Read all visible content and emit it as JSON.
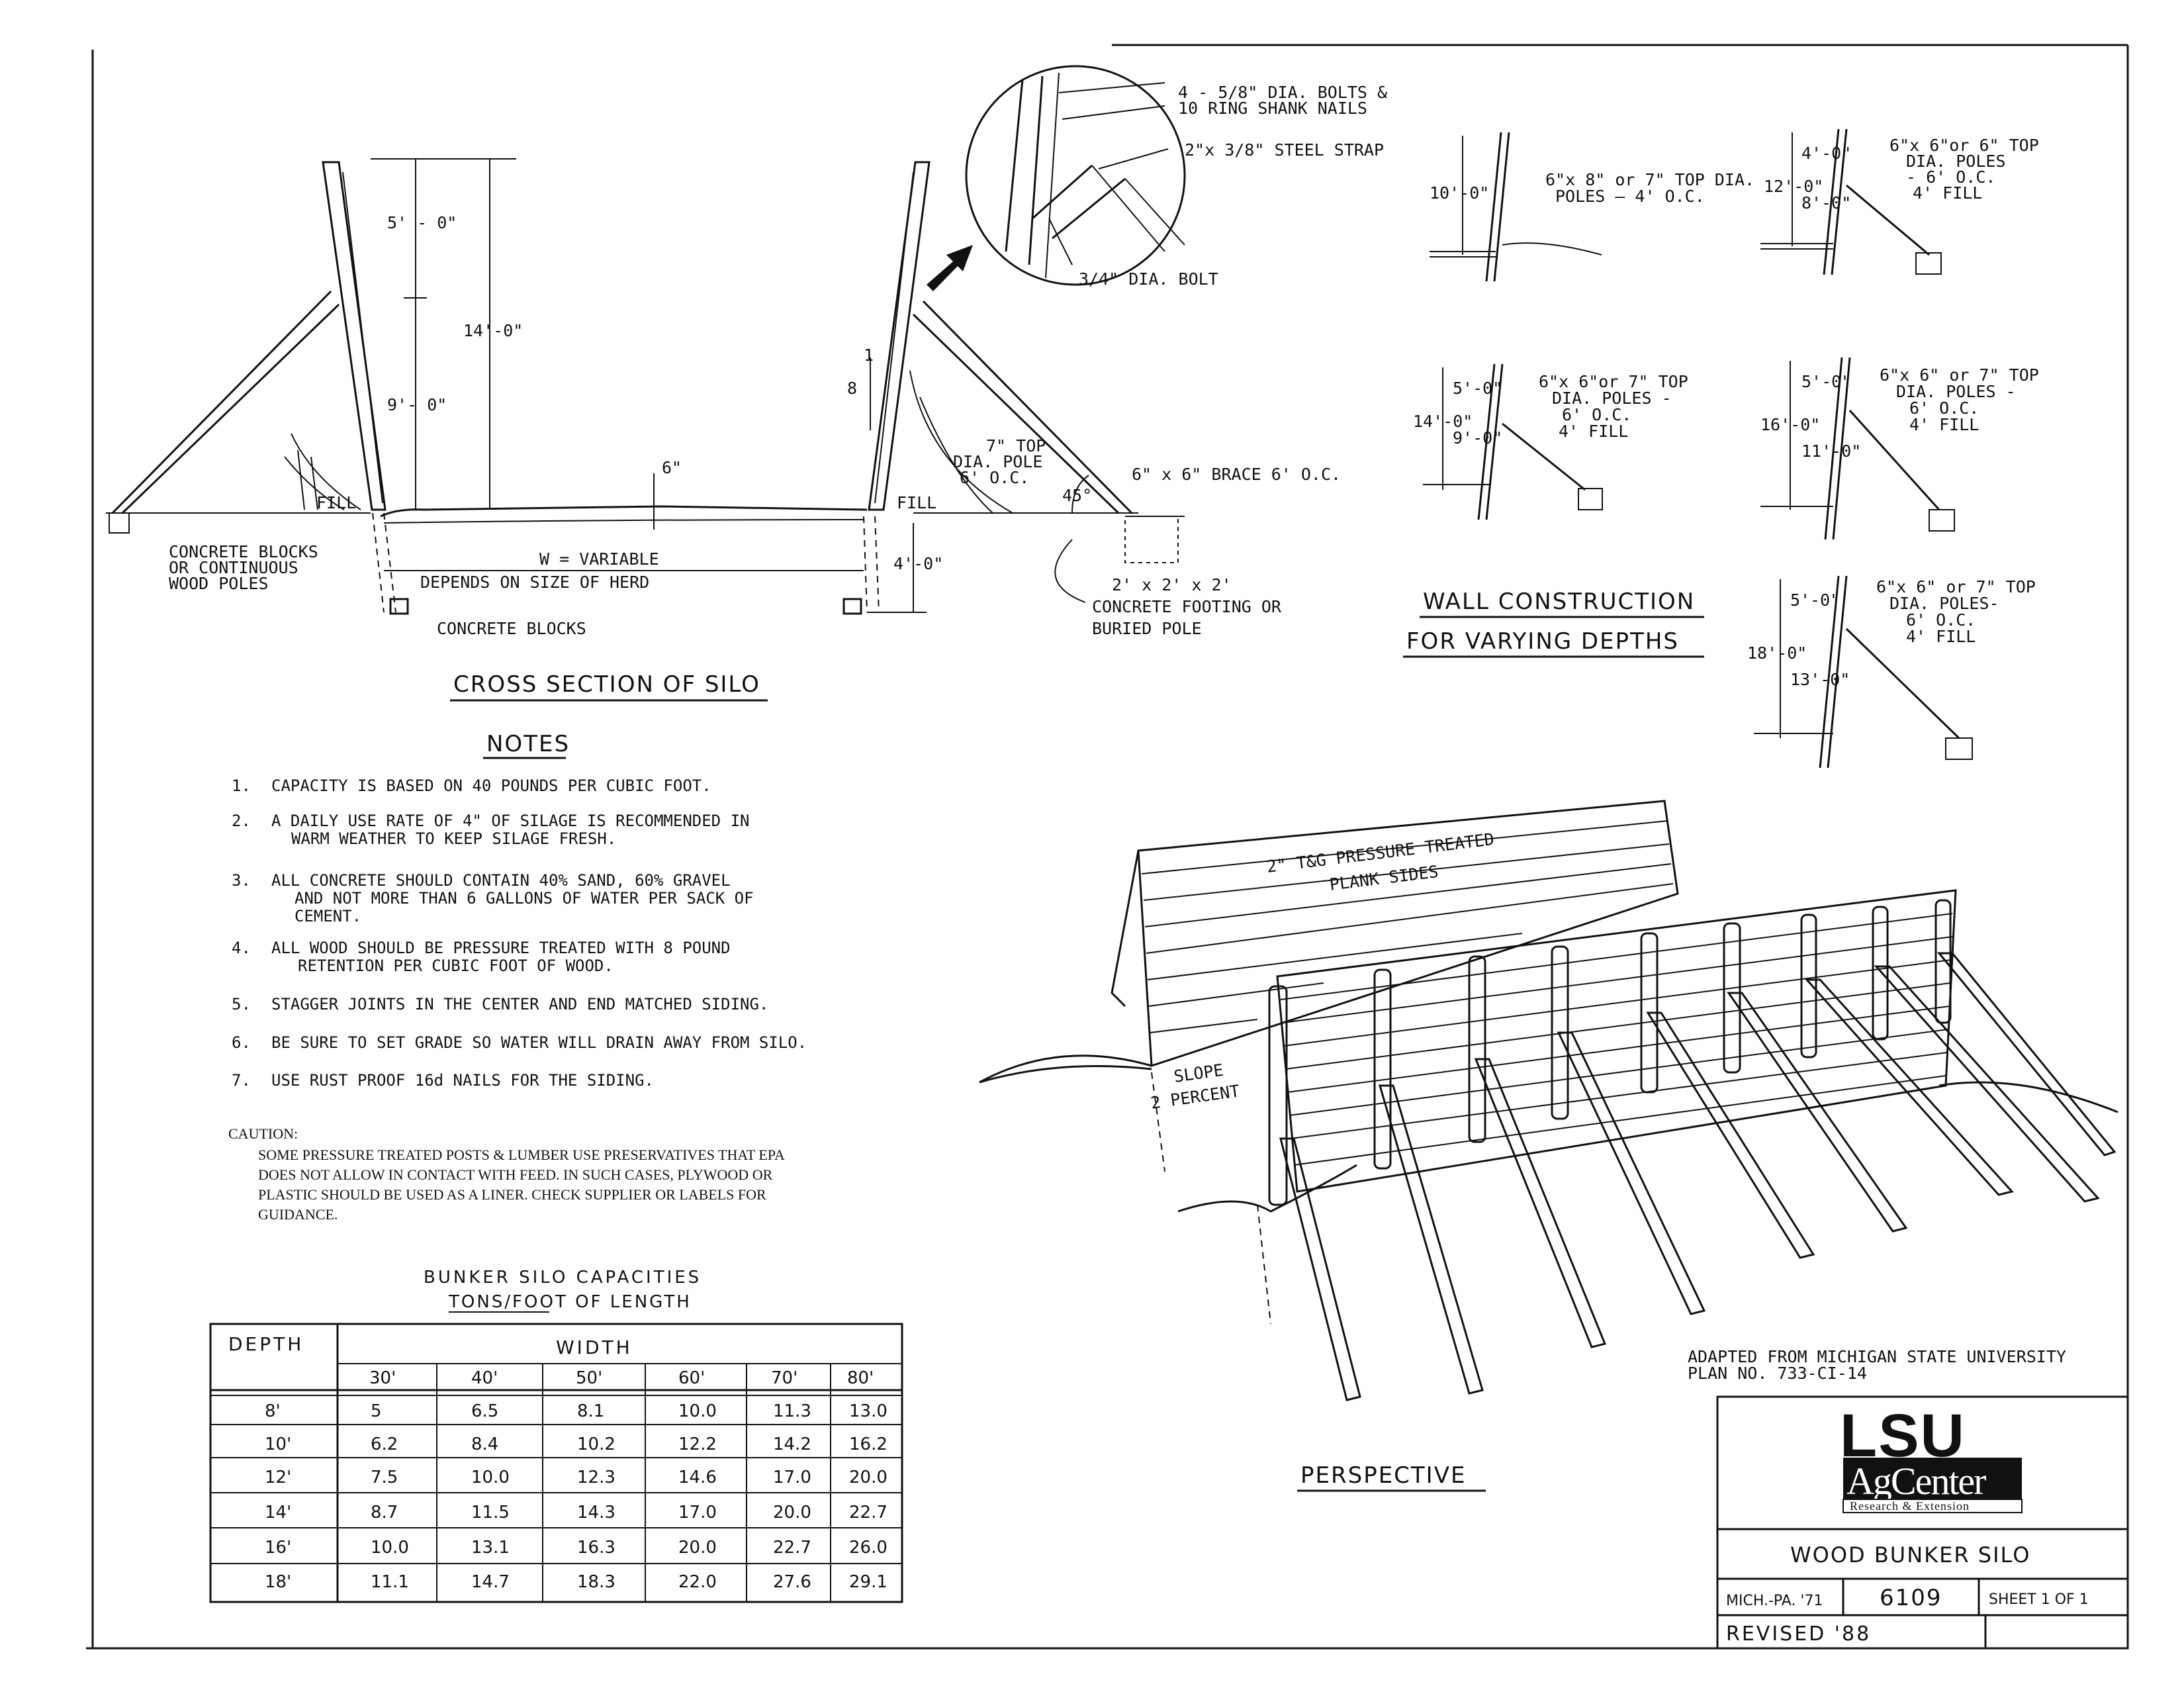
{
  "cross_section": {
    "title": "CROSS SECTION OF SILO",
    "dims": [
      "5' - 0\"",
      "14'-0\"",
      "9'- 0\"",
      "6\"",
      "4'-0\"",
      "8",
      "1"
    ],
    "labels": {
      "fill": "FILL",
      "concrete_blocks_or_poles": [
        "CONCRETE BLOCKS",
        "OR CONTINUOUS",
        "WOOD POLES"
      ],
      "width": "W = VARIABLE",
      "depends": "DEPENDS ON SIZE OF HERD",
      "concrete_blocks": "CONCRETE BLOCKS",
      "top_pole": [
        "7\" TOP",
        "DIA. POLE",
        "6' O.C."
      ],
      "angle": "45°",
      "brace": "6\" x 6\" BRACE 6' O.C.",
      "footing": [
        "2' x 2' x 2'",
        "CONCRETE FOOTING OR",
        "BURIED POLE"
      ]
    }
  },
  "detail": {
    "bolts": [
      "4 - 5/8\" DIA. BOLTS &",
      "10 RING SHANK NAILS"
    ],
    "strap": "2\"x 3/8\" STEEL STRAP",
    "bolt": "3/4\" DIA. BOLT"
  },
  "walls": {
    "title": [
      "WALL CONSTRUCTION",
      "FOR VARYING DEPTHS"
    ],
    "items": [
      {
        "dims": [
          "10'-0\""
        ],
        "text": [
          "6\"x 8\" or 7\" TOP DIA.",
          "POLES — 4' O.C."
        ]
      },
      {
        "dims": [
          "4'-0\"",
          "12'-0\"",
          "8'-0\""
        ],
        "text": [
          "6\"x 6\"or 6\" TOP",
          "DIA. POLES",
          "- 6' O.C.",
          "4' FILL"
        ]
      },
      {
        "dims": [
          "5'-0\"",
          "14'-0\"",
          "9'-0\""
        ],
        "text": [
          "6\"x 6\"or 7\" TOP",
          "DIA. POLES -",
          "6' O.C.",
          "4' FILL"
        ]
      },
      {
        "dims": [
          "5'-0\"",
          "16'-0\"",
          "11'-0\""
        ],
        "text": [
          "6\"x 6\" or 7\" TOP",
          "DIA. POLES -",
          "6' O.C.",
          "4' FILL"
        ]
      },
      {
        "dims": [
          "5'-0\"",
          "18'-0\"",
          "13'-0\""
        ],
        "text": [
          "6\"x 6\" or 7\" TOP",
          "DIA. POLES-",
          "6' O.C.",
          "4' FILL"
        ]
      }
    ]
  },
  "notes": {
    "title": "NOTES",
    "items": [
      {
        "num": "1.",
        "lines": [
          "CAPACITY IS BASED ON 40 POUNDS PER CUBIC FOOT."
        ]
      },
      {
        "num": "2.",
        "lines": [
          "A DAILY USE RATE OF 4\" OF SILAGE IS RECOMMENDED IN",
          "WARM WEATHER TO KEEP SILAGE FRESH."
        ]
      },
      {
        "num": "3.",
        "lines": [
          "ALL CONCRETE SHOULD CONTAIN 40% SAND, 60% GRAVEL",
          "AND NOT MORE THAN 6 GALLONS OF WATER PER SACK OF",
          "CEMENT."
        ]
      },
      {
        "num": "4.",
        "lines": [
          "ALL WOOD SHOULD BE PRESSURE TREATED WITH 8 POUND",
          "RETENTION PER CUBIC FOOT OF WOOD."
        ]
      },
      {
        "num": "5.",
        "lines": [
          "STAGGER JOINTS IN THE CENTER AND END MATCHED SIDING."
        ]
      },
      {
        "num": "6.",
        "lines": [
          "BE SURE TO SET GRADE SO WATER WILL DRAIN AWAY FROM SILO."
        ]
      },
      {
        "num": "7.",
        "lines": [
          "USE RUST PROOF 16d NAILS FOR THE SIDING."
        ]
      }
    ],
    "caution_title": "CAUTION:",
    "caution_lines": [
      "SOME PRESSURE TREATED POSTS & LUMBER USE PRESERVATIVES THAT EPA",
      "DOES NOT ALLOW IN CONTACT WITH FEED.  IN SUCH CASES, PLYWOOD OR",
      "PLASTIC SHOULD BE USED AS A LINER.  CHECK SUPPLIER OR LABELS FOR",
      "GUIDANCE."
    ]
  },
  "capacity_table": {
    "title": "BUNKER SILO CAPACITIES",
    "subtitle_underlined": "TONS/FOOT",
    "subtitle_rest": " OF LENGTH",
    "depth_header": "DEPTH",
    "width_header": "WIDTH",
    "widths": [
      "30'",
      "40'",
      "50'",
      "60'",
      "70'",
      "80'"
    ],
    "rows": [
      {
        "depth": "8'",
        "values": [
          "5",
          "6.5",
          "8.1",
          "10.0",
          "11.3",
          "13.0"
        ]
      },
      {
        "depth": "10'",
        "values": [
          "6.2",
          "8.4",
          "10.2",
          "12.2",
          "14.2",
          "16.2"
        ]
      },
      {
        "depth": "12'",
        "values": [
          "7.5",
          "10.0",
          "12.3",
          "14.6",
          "17.0",
          "20.0"
        ]
      },
      {
        "depth": "14'",
        "values": [
          "8.7",
          "11.5",
          "14.3",
          "17.0",
          "20.0",
          "22.7"
        ]
      },
      {
        "depth": "16'",
        "values": [
          "10.0",
          "13.1",
          "16.3",
          "20.0",
          "22.7",
          "26.0"
        ]
      },
      {
        "depth": "18'",
        "values": [
          "11.1",
          "14.7",
          "18.3",
          "22.0",
          "27.6",
          "29.1"
        ]
      }
    ]
  },
  "perspective": {
    "title": "PERSPECTIVE",
    "planks": [
      "2\" T&G PRESSURE TREATED",
      "PLANK SIDES"
    ],
    "slope": [
      "SLOPE",
      "2 PERCENT"
    ],
    "adapted": [
      "ADAPTED FROM MICHIGAN STATE UNIVERSITY",
      "PLAN NO. 733-CI-14"
    ]
  },
  "title_block": {
    "logo_top": "LSU",
    "logo_mid": "AgCenter",
    "logo_sub": "Research & Extension",
    "drawing_title": "WOOD BUNKER SILO",
    "origin": "MICH.-PA. '71",
    "number": "6109",
    "sheet": "SHEET 1 OF 1",
    "revised": "REVISED '88"
  }
}
